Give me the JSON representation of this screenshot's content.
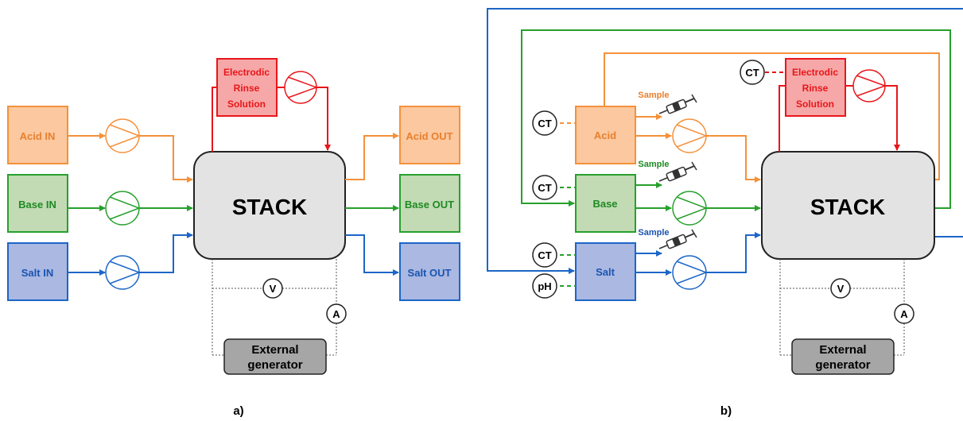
{
  "panel_a": {
    "caption": "a)",
    "inputs": {
      "acid": "Acid IN",
      "base": "Base IN",
      "salt": "Salt IN"
    },
    "outputs": {
      "acid": "Acid OUT",
      "base": "Base OUT",
      "salt": "Salt OUT"
    },
    "stack": "STACK",
    "rinse": [
      "Electrodic",
      "Rinse",
      "Solution"
    ],
    "voltmeter": "V",
    "ammeter": "A",
    "generator": [
      "External",
      "generator"
    ]
  },
  "panel_b": {
    "caption": "b)",
    "tanks": {
      "acid": "Acid",
      "base": "Base",
      "salt": "Salt"
    },
    "sensors": {
      "ct": "CT",
      "ph": "pH"
    },
    "sample": "Sample",
    "stack": "STACK",
    "rinse": [
      "Electrodic",
      "Rinse",
      "Solution"
    ],
    "voltmeter": "V",
    "ammeter": "A",
    "generator": [
      "External",
      "generator"
    ]
  },
  "colors": {
    "acid": "#f4913b",
    "acid_fill": "#fbc8a0",
    "acid_text": "#e8802e",
    "base": "#27a02d",
    "base_fill": "#c2dbb4",
    "base_text": "#1f8a24",
    "salt": "#1c66c7",
    "salt_fill": "#aab8e2",
    "salt_text": "#1a54b0",
    "rinse": "#e8161b",
    "rinse_fill": "#f6a7a7",
    "stack_fill": "#e3e3e3",
    "generator_fill": "#a6a6a6"
  }
}
